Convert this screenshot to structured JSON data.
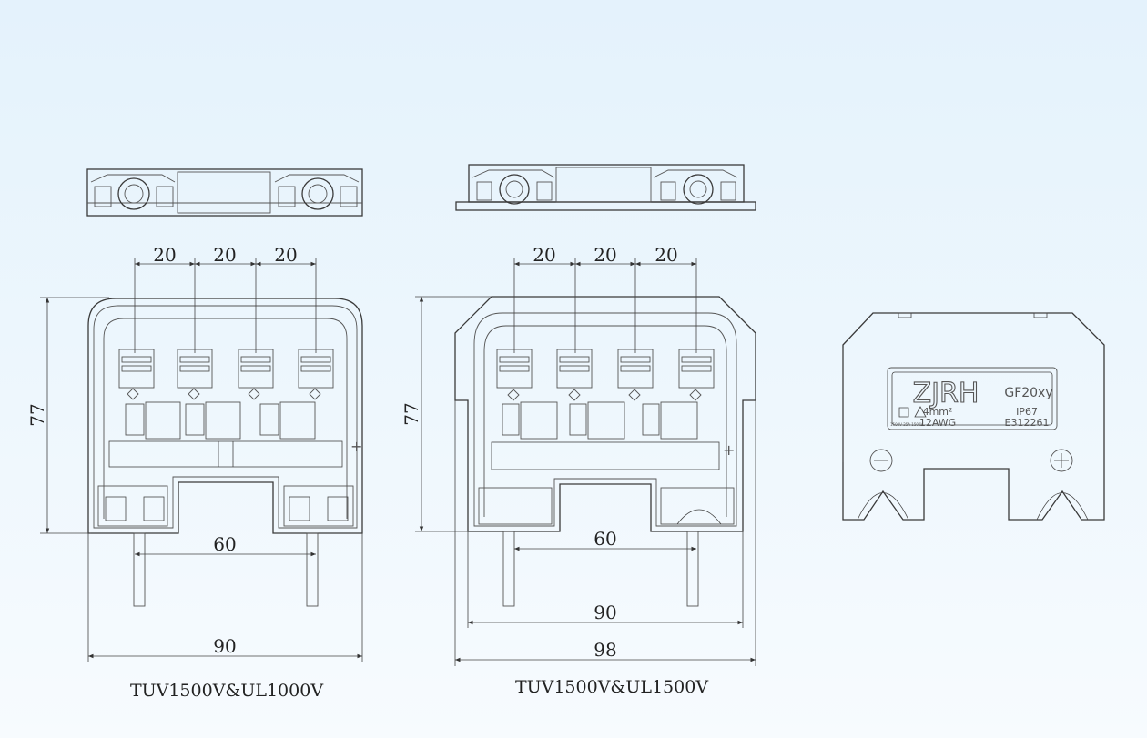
{
  "left": {
    "dims": {
      "pitch1": "20",
      "pitch2": "20",
      "pitch3": "20",
      "height": "77",
      "spacing": "60",
      "width": "90"
    },
    "caption": "TUV1500V&UL1000V"
  },
  "middle": {
    "dims": {
      "pitch1": "20",
      "pitch2": "20",
      "pitch3": "20",
      "height": "77",
      "spacing": "60",
      "inner_width": "90",
      "width": "98"
    },
    "caption": "TUV1500V&UL1500V"
  },
  "label": {
    "brand": "ZJRH",
    "model": "GF20xy",
    "wire_size": "4mm²",
    "awg": "12AWG",
    "ip": "IP67",
    "file_no": "E312261",
    "small_print": "1500V 25A 1500V"
  }
}
